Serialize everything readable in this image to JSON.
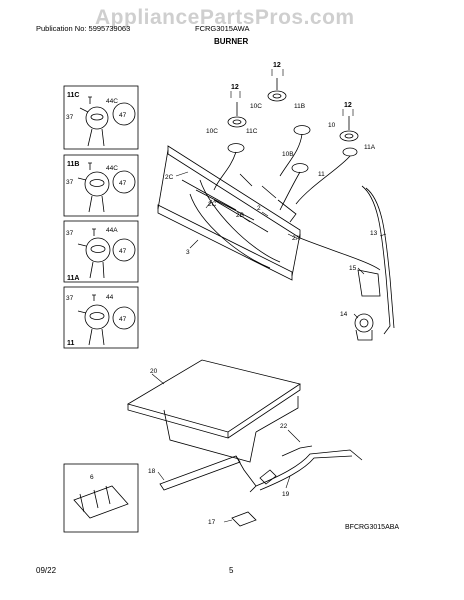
{
  "header": {
    "publication": "Publication No: 5995739063",
    "model": "FCRG3015AWA",
    "title": "BURNER",
    "watermark": "AppliancePartsPros.com"
  },
  "diagram": {
    "inset_labels": [
      {
        "main": "11C",
        "a": "44C",
        "b": "37",
        "c": "47"
      },
      {
        "main": "11B",
        "a": "44C",
        "b": "37",
        "c": "47"
      },
      {
        "main": "11A",
        "a": "44A",
        "b": "37",
        "c": "47"
      },
      {
        "main": "11",
        "a": "44",
        "b": "37",
        "c": "47"
      }
    ],
    "callouts": {
      "c12a": "12",
      "c12b": "12",
      "c12c": "12",
      "c10c": "10C",
      "c11b": "11B",
      "c10c2": "10C",
      "c11c": "11C",
      "c10": "10",
      "c11a": "11A",
      "c10b": "10B",
      "c11": "11",
      "c2c": "2C",
      "c2cb": "2C",
      "c2b": "2B",
      "c2": "2",
      "c2a": "2A",
      "c3": "3",
      "c13": "13",
      "c15": "15",
      "c14": "14",
      "c20": "20",
      "c6": "6",
      "c18": "18",
      "c22": "22",
      "c19": "19",
      "c17": "17"
    },
    "drawing_code": "BFCRG3015ABA"
  },
  "footer": {
    "date": "09/22",
    "page": "5"
  },
  "colors": {
    "line": "#000000",
    "watermark": "#cfcfcf"
  }
}
